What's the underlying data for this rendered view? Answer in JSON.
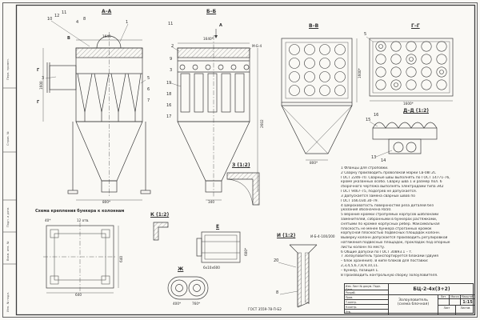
{
  "sheet": {
    "paper": "#faf9f5",
    "ink": "#3c3c3c"
  },
  "views": {
    "aa": {
      "title": "А–А",
      "callouts": [
        "10",
        "12",
        "11",
        "4",
        "8",
        "1",
        "3",
        "5",
        "6",
        "7"
      ],
      "dim_left": "1600",
      "dim_top": "1640",
      "dim_bottom": "800*",
      "marker_v": "В",
      "marker_g": "Г"
    },
    "bb": {
      "title": "Б–Б",
      "marker_a": "А",
      "tag": "М-Б-4",
      "callouts": [
        "11",
        "2",
        "9",
        "3",
        "19",
        "18",
        "16",
        "17"
      ],
      "dim_top": "1640*",
      "dim_right": "2602",
      "dim_bottom": "340"
    },
    "vv": {
      "title": "В–В",
      "dim_right": "1600*",
      "dim_bottom": "800*"
    },
    "gg": {
      "title": "Г–Г",
      "callout": "5",
      "dim_bottom": "1600*"
    },
    "dd": {
      "title": "Д–Д (1:2)",
      "callouts": [
        "15",
        "16",
        "13",
        "14"
      ]
    },
    "zz": {
      "title": "З (1:2)"
    },
    "ii": {
      "title": "И (1:2)",
      "tag": "И-Б-4-100/200",
      "callouts": [
        "20",
        "8"
      ]
    },
    "kk": {
      "title": "К (1:2)"
    },
    "ee": {
      "title": "Е",
      "dim1": "6х10х600",
      "dim2": "600*"
    },
    "zh": {
      "title": "Ж",
      "dim1": "400*",
      "dim2": "760*"
    },
    "scheme": {
      "title": "Схема крепления бункера к колоннам",
      "dim1": "40*",
      "dim2": "640",
      "dim3": "640",
      "note": "12 отв."
    }
  },
  "gost_note": "ГОСТ 3559-78-П-Б2",
  "notes": {
    "lines": [
      "1 Фланцы для строповки.",
      "2 Сварку производить проволокой марки Св-08Г2С",
      "ГОСТ 2246-70. Сварные швы выполнять по ГОСТ 14771-76,",
      "кроме указанных особо. Сварку шва 1 и размер пол. 6",
      "сборочного чертежа выполнять электродами типа Э42",
      "ГОСТ 9467-75, подогрев не допускается.",
      "3 Допускается замена сварных швов по",
      "ГОСТ 166.030.30-79.",
      "4 Шероховатость поверхностей реза деталей без",
      "указания обозначена Ra50.",
      "5 Верхние кромки стропуемых корпусов шаблонами",
      "заменителей, собранными в бункерах растяжками,",
      "снятыми по кромке корпусных рёбер. Максимальная",
      "плоскость не менее бункера строганных кромок",
      "корпусной плоскостью подвесных площадок колонн.",
      "Выверку колонн допускается производить регулировкой",
      "натяжения подвесных площадок, прокладок под опорные",
      "листы колонн по месту.",
      "6 Общие допуски по ГОСТ 30893.1 – т.",
      "7 Золоуловитель транспортируется блоками (двумя",
      "– блок хранения). В кипе блоков для поставки:",
      "2,3,4,5,6,7,8,9,10,11.",
      "– бункер, позиция 1.",
      "8 Производить контрольную сборку золоуловителя."
    ]
  },
  "title_block": {
    "header_cols": "Изм. Лист № докум.  Подп. Дата",
    "rows": [
      "Разраб.",
      "Пров.",
      "Т.контр.",
      "Н.контр.",
      "Утв."
    ],
    "code": "БЦ-2-4х(3+2)",
    "name1": "Золоуловитель",
    "name2": "(схема блочная)",
    "lit": "Лит.",
    "mass": "Масса",
    "scale_label": "Масштаб",
    "scale": "1:15",
    "sheet_label": "Лист",
    "sheets_label": "Листов"
  },
  "margin": {
    "m1": "Инв. № подл.",
    "m2": "Подп. и дата",
    "m3": "Взам. инв. №",
    "m4": "Перв. примен.",
    "m5": "Справ. №"
  }
}
